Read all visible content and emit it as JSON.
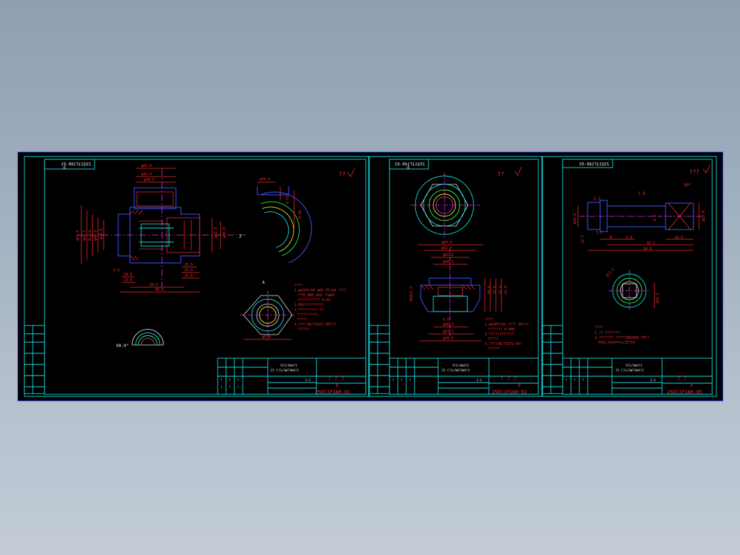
{
  "colors": {
    "background": "#000000",
    "desktop": "#9aaabb",
    "frame": "#17e2e8",
    "dimension": "#ff2a2a",
    "text": "#e8e8e8",
    "centerline": "#ff2bf5",
    "outline": "#3f56ff"
  },
  "sheets": [
    {
      "drawing_code": "25Q11F16R-01",
      "title_marks": "? ? ?",
      "title_sub": "P",
      "roughness_mark": "??",
      "stamp_code": "25Q11F16R-01",
      "stamp_sub": "d",
      "notes": [
        "????",
        "1.φ42H7/h6 φ65 H7/h6 ????",
        "??70.000.028 ??φ65",
        "??????????? 0.05",
        "2.M16??????Y??,",
        "3.?????????.??,",
        "??????????,",
        "?????",
        "4.????JB/T1072-85???",
        "??????"
      ],
      "angle_label": "90.0°"
    },
    {
      "drawing_code": "25Q11F16R-02",
      "title_marks": "? ? ?",
      "title_sub": "P",
      "roughness_mark": "??",
      "stamp_code": "25Q11F16R-02",
      "stamp_sub": "d",
      "notes": [
        "????",
        "1.φ42H7/h6 ???? 30???",
        "??????? 0.008",
        "2.????????????",
        "?????",
        "3.????JB/T1072-85?",
        "??????"
      ]
    },
    {
      "drawing_code": "25Q11F16R-05",
      "title_marks": "?  ?",
      "title_sub": "P",
      "roughness_mark": "???",
      "stamp_code": "25Q11F16R-05",
      "notes": [
        "????",
        "1.??.???????",
        "2.??????? ?????GB1804-79??",
        "?H14,h14?t=1/2IT14"
      ]
    }
  ],
  "dimensions": {
    "sheet1": [
      "φ65.0",
      "φ42.0",
      "φ58.0",
      "φ61.0",
      "φ48.5",
      "Rc3/4",
      "φ40.0",
      "φ36.0",
      "φ53.0",
      "φ36.0",
      "68.0",
      "58.0",
      "13.0",
      "18.0",
      "21.0",
      "24.0",
      "25.0",
      "6.0",
      "φ33.0",
      "23.0",
      "48.0",
      "φ5.0"
    ],
    "sheet2": [
      "φ65.0",
      "φ52.5",
      "φ42.0",
      "φ42.5",
      "φ58.3",
      "φ53.1",
      "φ70.0",
      "6.0",
      "1.0",
      "10.0",
      "16.0",
      "20.0",
      "14.0",
      "M30x1.5"
    ],
    "sheet3": [
      "30°",
      "1.8",
      "3.2",
      "φ29.0",
      "6.4",
      "φ18.0",
      "3.6",
      "16.0",
      "42.5",
      "54.0",
      "6",
      "12.5",
      "φ12.2",
      "φ16.2"
    ]
  },
  "title_blocks": {
    "rows": [
      [
        "?",
        "?",
        "?"
      ],
      [
        "?",
        "?",
        "?"
      ]
    ],
    "subtitle": "YC1/SW4?1",
    "subtitle2": "25 C?1/SW?2W4?1",
    "scale": "1:1"
  }
}
